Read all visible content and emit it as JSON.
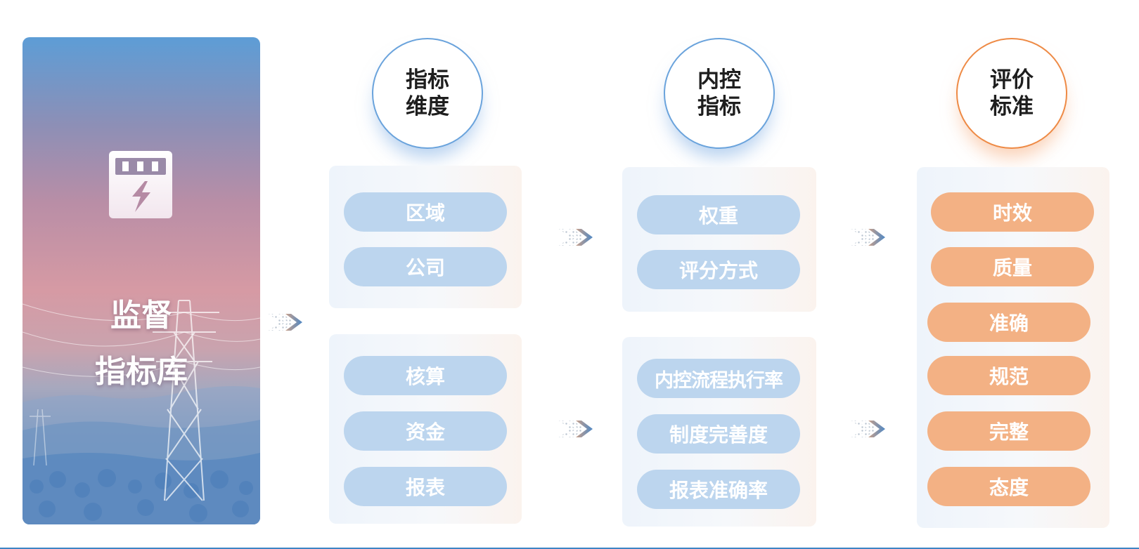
{
  "hero": {
    "title_line1": "监督",
    "title_line2": "指标库"
  },
  "columns": [
    {
      "header": [
        "指标",
        "维度"
      ],
      "header_color": "blue",
      "groups": [
        [
          "区域",
          "公司"
        ],
        [
          "核算",
          "资金",
          "报表"
        ]
      ]
    },
    {
      "header": [
        "内控",
        "指标"
      ],
      "header_color": "blue",
      "groups": [
        [
          "权重",
          "评分方式"
        ],
        [
          "内控流程执行率",
          "制度完善度",
          "报表准确率"
        ]
      ]
    },
    {
      "header": [
        "评价",
        "标准"
      ],
      "header_color": "orange",
      "groups": [
        [
          "时效",
          "质量",
          "准确",
          "规范",
          "完整",
          "态度"
        ]
      ]
    }
  ],
  "colors": {
    "accent_blue": "#6aa3dc",
    "accent_orange": "#ee8a45",
    "pill_blue": "#bcd5ee",
    "pill_orange": "#f3b184",
    "baseline": "#3d84c4"
  },
  "icons": {
    "hero": "electric-meter-icon",
    "arrow": "double-chevron-right-icon"
  }
}
